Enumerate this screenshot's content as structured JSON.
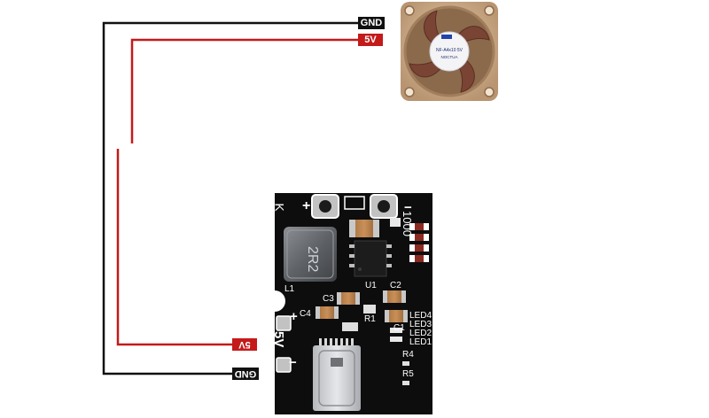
{
  "labels": {
    "gnd_top": "GND",
    "v5_top": "5V",
    "v5_bottom": "5V",
    "gnd_bottom": "GND"
  },
  "colors": {
    "gnd_wire": "#111111",
    "v5_wire": "#c41a1a",
    "pcb": "#0d0d0d",
    "fan_body": "#c9a882"
  },
  "pcb_silk": {
    "k": "K",
    "plus_top": "+",
    "minus_top": "−",
    "code": "1000",
    "r2": "R2",
    "inductor": "2R2",
    "l1": "L1",
    "u1": "U1",
    "c3": "C3",
    "c2": "C2",
    "c4": "C4",
    "r1": "R1",
    "plus_side": "+",
    "led4": "LED4",
    "led3": "LED3",
    "led2": "LED2",
    "led1": "LED1",
    "c1": "C1",
    "v5": "5V",
    "minus_side": "−",
    "r4": "R4",
    "r5": "R5"
  },
  "fan": {
    "sticker_line1": "NF-A4x10 5V",
    "sticker_line2": "NOCTUA",
    "icon": "fan-icon"
  }
}
